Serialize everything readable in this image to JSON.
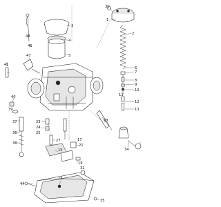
{
  "labels": [
    "1",
    "2",
    "3",
    "4",
    "5",
    "6",
    "7",
    "8",
    "9",
    "10",
    "11",
    "12",
    "13",
    "14",
    "15",
    "17",
    "19",
    "21",
    "23",
    "24",
    "25",
    "27",
    "30",
    "31",
    "33",
    "34",
    "35",
    "36",
    "37",
    "38",
    "39",
    "40",
    "41",
    "44",
    "46",
    "47",
    "48"
  ]
}
